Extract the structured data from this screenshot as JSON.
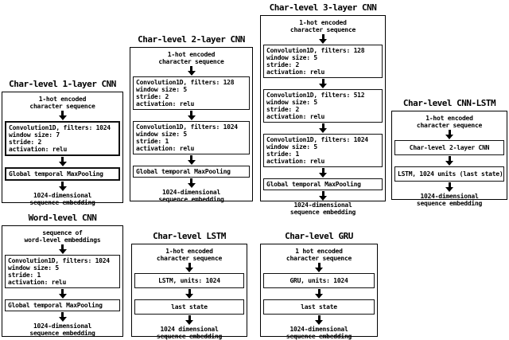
{
  "colors": {
    "background": "#ffffff",
    "foreground": "#000000"
  },
  "diagrams": [
    {
      "id": "char1",
      "title": "Char-level 1-layer CNN",
      "input": [
        "1-hot encoded",
        "character sequence"
      ],
      "boxes": [
        {
          "kind": "conv1d-layer",
          "lines": [
            "Convolution1D, filters: 1024",
            "window size: 7",
            "stride: 2",
            "activation: relu"
          ]
        },
        {
          "kind": "global-maxpool",
          "lines": [
            "Global temporal MaxPooling"
          ]
        }
      ],
      "output": [
        "1024-dimensional",
        "sequence embedding"
      ]
    },
    {
      "id": "char2",
      "title": "Char-level 2-layer CNN",
      "input": [
        "1-hot encoded",
        "character sequence"
      ],
      "boxes": [
        {
          "kind": "conv1d-layer",
          "lines": [
            "Convolution1D, filters: 128",
            "window size: 5",
            "stride: 2",
            "activation: relu"
          ]
        },
        {
          "kind": "conv1d-layer",
          "lines": [
            "Convolution1D, filters: 1024",
            "window size: 5",
            "stride: 1",
            "activation: relu"
          ]
        },
        {
          "kind": "global-maxpool",
          "lines": [
            "Global temporal MaxPooling"
          ]
        }
      ],
      "output": [
        "1024-dimensional",
        "sequence embedding"
      ]
    },
    {
      "id": "char3",
      "title": "Char-level 3-layer CNN",
      "input": [
        "1-hot encoded",
        "character sequence"
      ],
      "boxes": [
        {
          "kind": "conv1d-layer",
          "lines": [
            "Convolution1D, filters: 128",
            "window size: 5",
            "stride: 2",
            "activation: relu"
          ]
        },
        {
          "kind": "conv1d-layer",
          "lines": [
            "Convolution1D, filters: 512",
            "window size: 5",
            "stride: 2",
            "activation: relu"
          ]
        },
        {
          "kind": "conv1d-layer",
          "lines": [
            "Convolution1D, filters: 1024",
            "window size: 5",
            "stride: 1",
            "activation: relu"
          ]
        },
        {
          "kind": "global-maxpool",
          "lines": [
            "Global temporal MaxPooling"
          ]
        }
      ],
      "output": [
        "1024-dimensional",
        "sequence embedding"
      ]
    },
    {
      "id": "cnnlstm",
      "title": "Char-level CNN-LSTM",
      "input": [
        "1-hot encoded",
        "character sequence"
      ],
      "boxes": [
        {
          "kind": "cnn-submodel",
          "lines": [
            "Char-level 2-layer CNN"
          ]
        },
        {
          "kind": "lstm-layer",
          "lines": [
            "LSTM, 1024 units (last state)"
          ]
        }
      ],
      "output": [
        "1024-dimensional",
        "sequence embedding"
      ]
    },
    {
      "id": "word",
      "title": "Word-level CNN",
      "input": [
        "sequence of",
        "word-level embeddings"
      ],
      "boxes": [
        {
          "kind": "conv1d-layer",
          "lines": [
            "Convolution1D, filters: 1024",
            "window size: 5",
            "stride: 1",
            "activation: relu"
          ]
        },
        {
          "kind": "global-maxpool",
          "lines": [
            "Global temporal MaxPooling"
          ]
        }
      ],
      "output": [
        "1024-dimensional",
        "sequence embedding"
      ]
    },
    {
      "id": "lstm",
      "title": "Char-level LSTM",
      "input": [
        "1-hot encoded",
        "character sequence"
      ],
      "boxes": [
        {
          "kind": "lstm-layer",
          "lines": [
            "LSTM, units: 1024"
          ]
        },
        {
          "kind": "last-state",
          "lines": [
            "last state"
          ]
        }
      ],
      "output": [
        "1024 dimensional",
        "sequence embedding"
      ]
    },
    {
      "id": "gru",
      "title": "Char-level GRU",
      "input": [
        "1 hot encoded",
        "character sequence"
      ],
      "boxes": [
        {
          "kind": "gru-layer",
          "lines": [
            "GRU, units: 1024"
          ]
        },
        {
          "kind": "last-state",
          "lines": [
            "last state"
          ]
        }
      ],
      "output": [
        "1024-dimensional",
        "sequence embedding"
      ]
    }
  ]
}
